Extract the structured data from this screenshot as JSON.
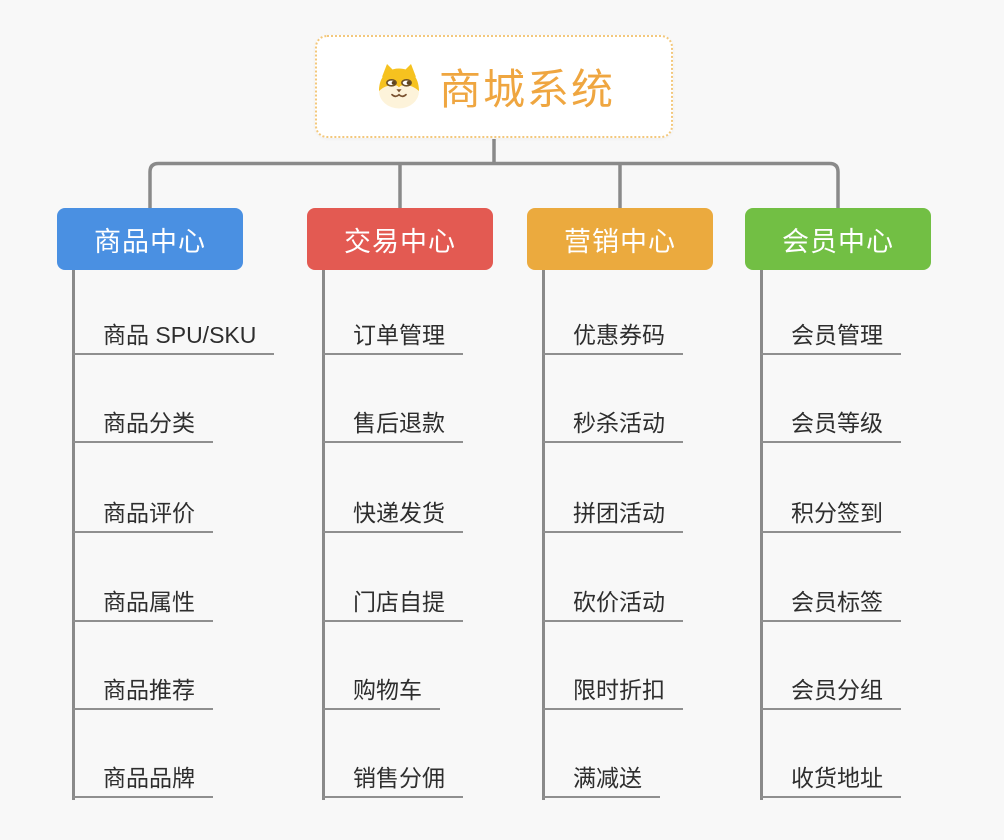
{
  "page": {
    "background": "#f8f8f8"
  },
  "root": {
    "title": "商城系统",
    "title_color": "#efa640",
    "border_color": "#f3c87c",
    "icon": "shiba-dog-icon"
  },
  "connectors": {
    "color": "#8a8a8a",
    "underline_color": "#8f8f8f"
  },
  "branches": [
    {
      "label": "商品中心",
      "color": "#4a90e2",
      "children": [
        "商品 SPU/SKU",
        "商品分类",
        "商品评价",
        "商品属性",
        "商品推荐",
        "商品品牌"
      ]
    },
    {
      "label": "交易中心",
      "color": "#e35a52",
      "children": [
        "订单管理",
        "售后退款",
        "快递发货",
        "门店自提",
        "购物车",
        "销售分佣"
      ]
    },
    {
      "label": "营销中心",
      "color": "#ebaa3e",
      "children": [
        "优惠券码",
        "秒杀活动",
        "拼团活动",
        "砍价活动",
        "限时折扣",
        "满减送"
      ]
    },
    {
      "label": "会员中心",
      "color": "#72bf44",
      "children": [
        "会员管理",
        "会员等级",
        "积分签到",
        "会员标签",
        "会员分组",
        "收货地址"
      ]
    }
  ]
}
